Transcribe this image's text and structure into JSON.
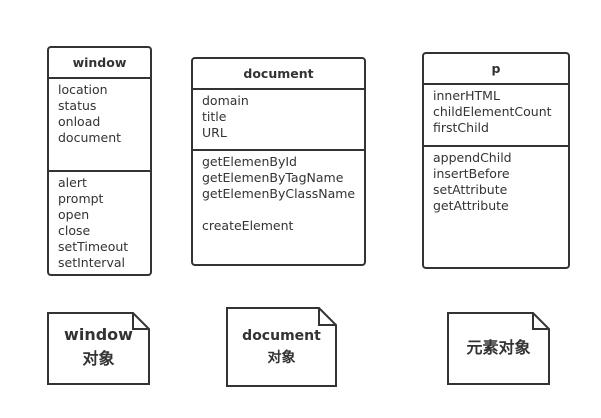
{
  "classes": [
    {
      "name": "window",
      "attributes": [
        "location",
        "status",
        "onload",
        "document"
      ],
      "methods": [
        "alert",
        "prompt",
        "open",
        "close",
        "setTimeout",
        "setInterval"
      ]
    },
    {
      "name": "document",
      "attributes": [
        "domain",
        "title",
        "URL"
      ],
      "methods": [
        "getElemenById",
        "getElemenByTagName",
        "getElemenByClassName",
        "",
        "createElement"
      ]
    },
    {
      "name": "p",
      "attributes": [
        "innerHTML",
        "childElementCount",
        "firstChild"
      ],
      "methods": [
        "appendChild",
        "insertBefore",
        "setAttribute",
        "getAttribute"
      ]
    }
  ],
  "notes": [
    {
      "lines": [
        "window",
        "对象"
      ]
    },
    {
      "lines": [
        "document",
        "对象"
      ]
    },
    {
      "lines": [
        "元素对象"
      ]
    }
  ]
}
